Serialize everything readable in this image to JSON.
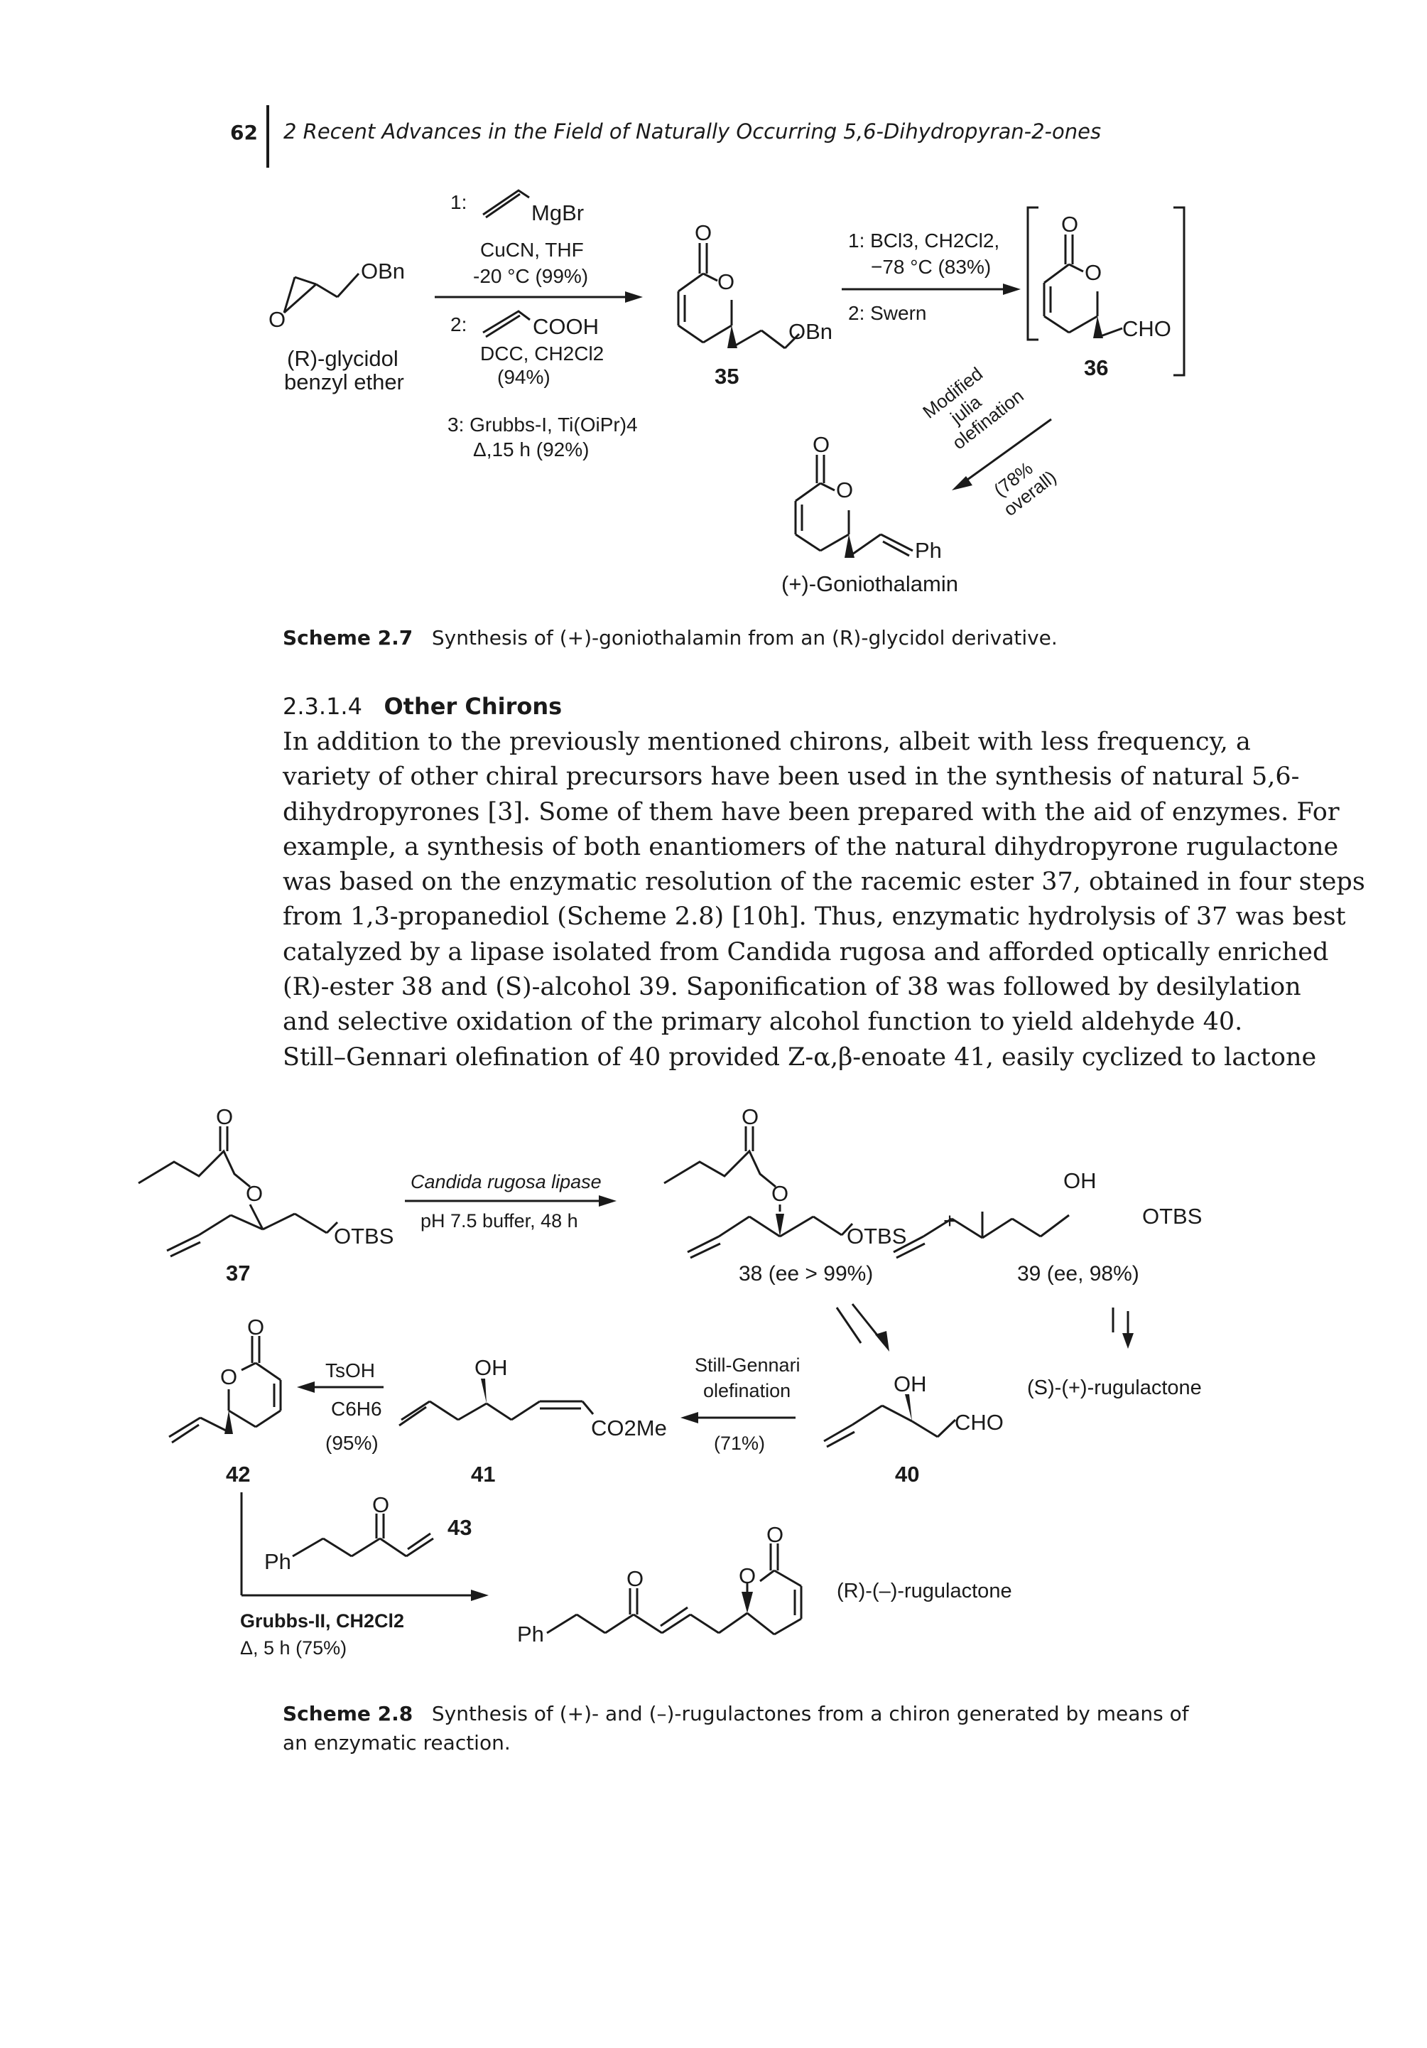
{
  "header": {
    "page_number": "62",
    "running_title": "2 Recent Advances in the Field of Naturally Occurring 5,6-Dihydropyran-2-ones"
  },
  "scheme27": {
    "caption_label": "Scheme 2.7",
    "caption_text": "Synthesis of (+)-goniothalamin from an (R)-glycidol derivative.",
    "start_obn": "OBn",
    "start_o": "O",
    "start_name_1": "(R)-glycidol",
    "start_name_2": "benzyl ether",
    "step1_num": "1:",
    "step1_reagent": "MgBr",
    "step1_cond1": "CuCN, THF",
    "step1_cond2": "-20 °C (99%)",
    "step2_num": "2:",
    "step2_reagent": "COOH",
    "step2_cond1": "DCC, CH2Cl2",
    "step2_cond2": "(94%)",
    "step3_cond1": "3: Grubbs-I, Ti(OiPr)4",
    "step3_cond2": "Δ,15 h (92%)",
    "c35_o_top": "O",
    "c35_o_ring": "O",
    "c35_obn": "OBn",
    "c35_label": "35",
    "arrow2_line1": "1: BCl3, CH2Cl2,",
    "arrow2_line2": "−78 °C (83%)",
    "arrow2_line3": "2: Swern",
    "c36_o_top": "O",
    "c36_o_ring": "O",
    "c36_cho": "CHO",
    "c36_label": "36",
    "julia_1": "Modified",
    "julia_2": "julia",
    "julia_3": "olefination",
    "julia_4": "(78%",
    "julia_5": "overall)",
    "gonio_o_top": "O",
    "gonio_o_ring": "O",
    "gonio_ph": "Ph",
    "gonio_name": "(+)-Goniothalamin"
  },
  "section": {
    "number": "2.3.1.4",
    "title": "Other Chirons"
  },
  "paragraph_lines": [
    "In addition to the previously mentioned chirons, albeit with less frequency, a",
    "variety of other chiral precursors have been used in the synthesis of natural 5,6-",
    "dihydropyrones [3]. Some of them have been prepared with the aid of enzymes. For",
    "example, a synthesis of both enantiomers of the natural dihydropyrone rugulactone",
    "was based on the enzymatic resolution of the racemic ester 37, obtained in four steps",
    "from 1,3-propanediol (Scheme 2.8) [10h]. Thus, enzymatic hydrolysis of 37 was best",
    "catalyzed by a lipase isolated from Candida rugosa and afforded optically enriched",
    "(R)-ester 38 and (S)-alcohol 39. Saponification of 38 was followed by desilylation",
    "and selective oxidation of the primary alcohol function to yield aldehyde 40.",
    "Still–Gennari olefination of 40 provided Z-α,β-enoate 41, easily cyclized to lactone"
  ],
  "scheme28": {
    "caption_label": "Scheme 2.8",
    "caption_text_1": "Synthesis of (+)- and (–)-rugulactones from a chiron generated by means of",
    "caption_text_2": "an enzymatic reaction.",
    "c37_o_top": "O",
    "c37_o_ester": "O",
    "c37_otbs": "OTBS",
    "c37_label": "37",
    "enz_line1": "Candida rugosa lipase",
    "enz_line2": "pH 7.5 buffer, 48 h",
    "c38_o_top": "O",
    "c38_o_ester": "O",
    "c38_otbs": "OTBS",
    "plus": "+",
    "c38_label": "38 (ee > 99%)",
    "c39_oh": "OH",
    "c39_otbs": "OTBS",
    "c39_label": "39 (ee, 98%)",
    "s_rug": "(S)-(+)-rugulactone",
    "c40_oh": "OH",
    "c40_cho": "CHO",
    "c40_label": "40",
    "sg_line1": "Still-Gennari",
    "sg_line2": "olefination",
    "sg_line3": "(71%)",
    "c41_oh": "OH",
    "c41_co2me": "CO2Me",
    "c41_label": "41",
    "tsoh_line1": "TsOH",
    "tsoh_line2": "C6H6",
    "tsoh_line3": "(95%)",
    "c42_o_top": "O",
    "c42_o_ring": "O",
    "c42_label": "42",
    "c43_o": "O",
    "c43_ph": "Ph",
    "c43_label": "43",
    "grubbs_line1": "Grubbs-II, CH2Cl2",
    "grubbs_line2": "Δ, 5 h (75%)",
    "r_o_ketone": "O",
    "r_o_top": "O",
    "r_o_ring": "O",
    "r_ph": "Ph",
    "r_rug": "(R)-(–)-rugulactone"
  }
}
